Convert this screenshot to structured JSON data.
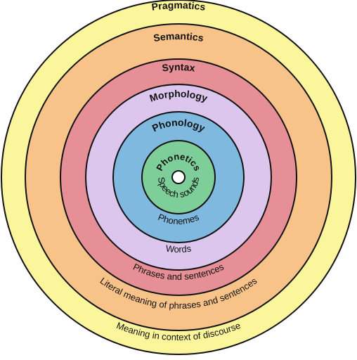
{
  "rings": [
    {
      "id": "pragmatics",
      "name": "Pragmatics",
      "description": "Meaning in context of discourse",
      "color": "#FBF59C"
    },
    {
      "id": "semantics",
      "name": "Semantics",
      "description": "Literal meaning of phrases and sentences",
      "color": "#F8C389"
    },
    {
      "id": "syntax",
      "name": "Syntax",
      "description": "Phrases and sentences",
      "color": "#E68F96"
    },
    {
      "id": "morphology",
      "name": "Morphology",
      "description": "Words",
      "color": "#DCC6ED"
    },
    {
      "id": "phonology",
      "name": "Phonology",
      "description": "Phonemes",
      "color": "#7FB9DF"
    },
    {
      "id": "phonetics",
      "name": "Phonetics",
      "description": "Speech sounds",
      "color": "#7ECE9A"
    }
  ],
  "outline_color": "#111111",
  "center_dot_color": "#ffffff"
}
